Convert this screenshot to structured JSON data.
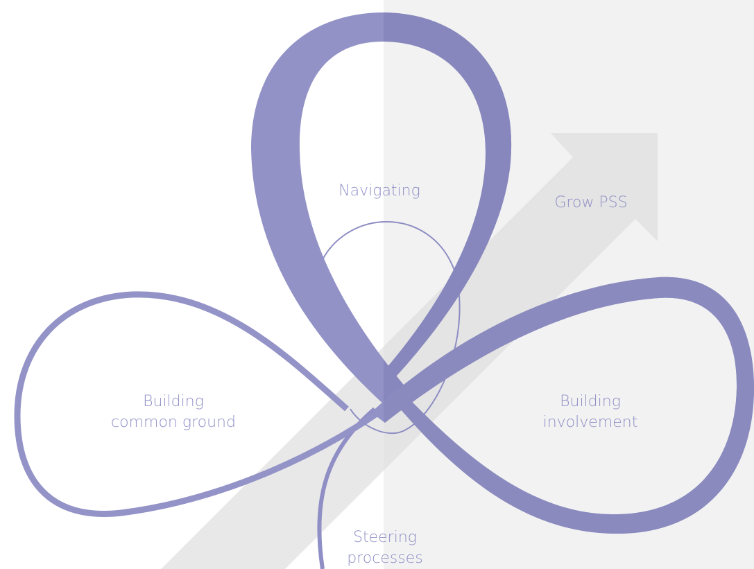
{
  "diagram": {
    "labels": {
      "navigating": "Navigating",
      "grow": "Grow PSS",
      "common_ground_line1": "Building",
      "common_ground_line2": "common ground",
      "involvement_line1": "Building",
      "involvement_line2": "involvement",
      "steering_line1": "Steering",
      "steering_line2": "processes"
    },
    "colors": {
      "loop_light": "#9393c8",
      "loop_dark": "#8989bf",
      "arrow": "#e3e3e3",
      "panel_right": "#f1f1f1",
      "text": "#8f8fc6"
    }
  }
}
